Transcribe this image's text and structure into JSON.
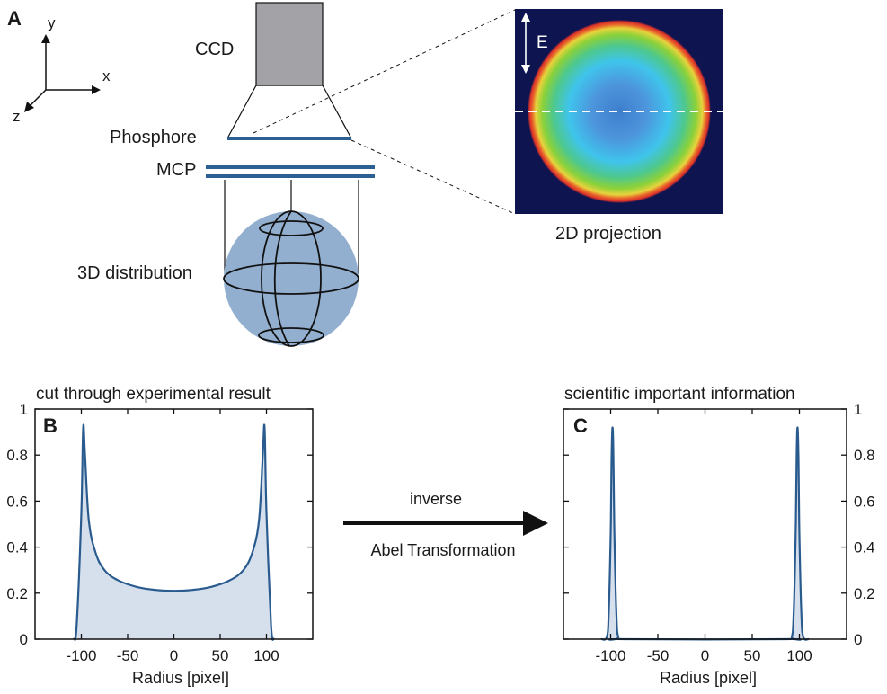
{
  "panels": {
    "a": "A",
    "b": "B",
    "c": "C"
  },
  "axes3d": {
    "x": "x",
    "y": "y",
    "z": "z"
  },
  "apparatus": {
    "ccd": "CCD",
    "phosphore": "Phosphore",
    "mcp": "MCP",
    "distribution": "3D distribution",
    "projection": "2D projection",
    "energy_label": "E"
  },
  "colors": {
    "detector_blue": "#2c5f92",
    "sphere_fill": "#93afcf",
    "ccd_gray": "#a3a3a7",
    "image_background": "#0e1450",
    "curve": "#2a5b8f",
    "curve_fill": "#d6e0ec"
  },
  "transform": {
    "top": "inverse",
    "bottom": "Abel Transformation"
  },
  "chart_data": [
    {
      "type": "area",
      "panel": "B",
      "title": "cut through experimental result",
      "xlabel": "Radius [pixel]",
      "ylabel": "",
      "xlim": [
        -150,
        150
      ],
      "ylim": [
        0,
        1
      ],
      "xticks": [
        -100,
        -50,
        0,
        50,
        100
      ],
      "xtick_labels": [
        "-100",
        "-50",
        "0",
        "50",
        "100"
      ],
      "yticks": [
        0,
        0.2,
        0.4,
        0.6,
        0.8,
        1
      ],
      "ytick_labels": [
        "0",
        "0.2",
        "0.4",
        "0.6",
        "0.8",
        "1"
      ],
      "y_axis_side": "left",
      "peak_position": 98,
      "peak_value": 0.92,
      "center_value": 0.21,
      "series": [
        {
          "x": [
            -108,
            -105,
            -100,
            -98,
            -96,
            -92,
            -85,
            -75,
            -60,
            -40,
            -20,
            0,
            20,
            40,
            60,
            75,
            85,
            92,
            96,
            98,
            100,
            105,
            108
          ],
          "y": [
            0,
            0.06,
            0.55,
            0.92,
            0.8,
            0.52,
            0.38,
            0.3,
            0.255,
            0.227,
            0.214,
            0.21,
            0.214,
            0.227,
            0.255,
            0.3,
            0.38,
            0.52,
            0.8,
            0.92,
            0.55,
            0.06,
            0
          ]
        }
      ]
    },
    {
      "type": "area",
      "panel": "C",
      "title": "scientific important information",
      "xlabel": "Radius [pixel]",
      "ylabel": "",
      "xlim": [
        -150,
        150
      ],
      "ylim": [
        0,
        1
      ],
      "xticks": [
        -100,
        -50,
        0,
        50,
        100
      ],
      "xtick_labels": [
        "-100",
        "-50",
        "0",
        "50",
        "100"
      ],
      "yticks": [
        0,
        0.2,
        0.4,
        0.6,
        0.8,
        1
      ],
      "ytick_labels": [
        "0",
        "0.2",
        "0.4",
        "0.6",
        "0.8",
        "1"
      ],
      "y_axis_side": "right",
      "peak_position": 98,
      "peak_value": 0.92,
      "series": [
        {
          "x": [
            -110,
            -104,
            -102,
            -100,
            -99,
            -98,
            -97,
            -96,
            -94,
            -92,
            -86,
            86,
            92,
            94,
            96,
            97,
            98,
            99,
            100,
            102,
            104,
            110
          ],
          "y": [
            0,
            0.01,
            0.12,
            0.45,
            0.78,
            0.92,
            0.78,
            0.45,
            0.12,
            0.01,
            0,
            0,
            0.01,
            0.12,
            0.45,
            0.78,
            0.92,
            0.78,
            0.45,
            0.12,
            0.01,
            0
          ]
        }
      ]
    }
  ]
}
